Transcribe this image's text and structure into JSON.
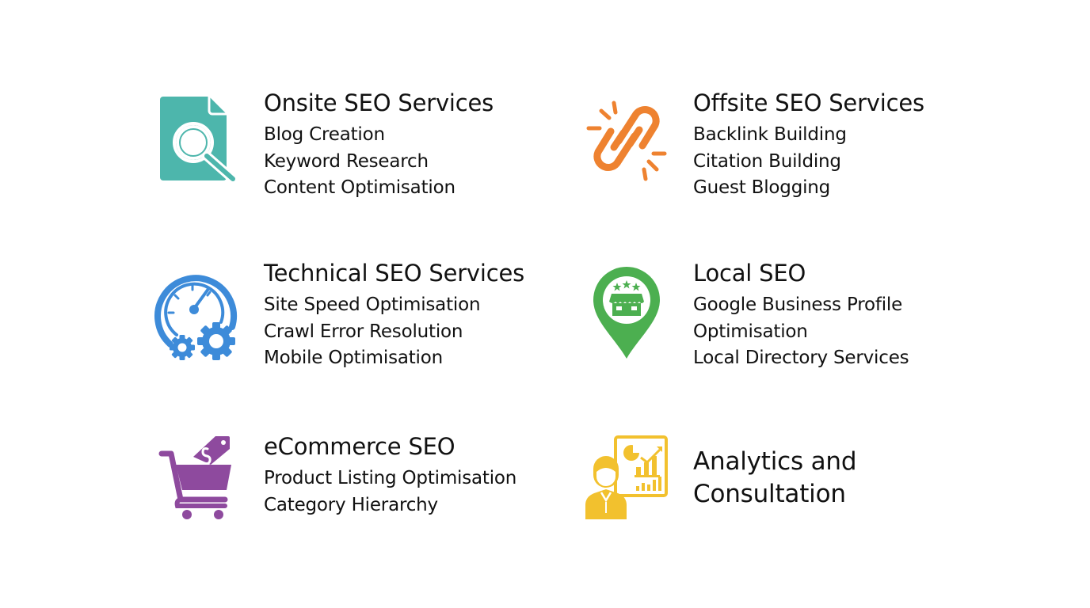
{
  "services": [
    {
      "title": "Onsite SEO Services",
      "icon": "document-search-icon",
      "color": "#4DB6AC",
      "items": [
        "Blog Creation",
        "Keyword Research",
        "Content Optimisation"
      ]
    },
    {
      "title": "Offsite SEO Services",
      "icon": "broken-link-icon",
      "color": "#EE8230",
      "items": [
        "Backlink Building",
        "Citation Building",
        "Guest Blogging"
      ]
    },
    {
      "title": "Technical SEO Services",
      "icon": "speedometer-gears-icon",
      "color": "#3D8BD9",
      "items": [
        "Site Speed Optimisation",
        "Crawl Error Resolution",
        "Mobile Optimisation"
      ]
    },
    {
      "title": "Local SEO",
      "icon": "map-pin-store-icon",
      "color": "#4CAF50",
      "items": [
        "Google Business Profile",
        "Optimisation",
        "Local Directory Services"
      ]
    },
    {
      "title": "eCommerce SEO",
      "icon": "shopping-cart-tag-icon",
      "color": "#8E4A9E",
      "items": [
        "Product Listing Optimisation",
        "Category Hierarchy"
      ]
    },
    {
      "title_lines": [
        "Analytics and",
        "Consultation"
      ],
      "icon": "analyst-chart-icon",
      "color": "#F2C12E",
      "items": []
    }
  ]
}
